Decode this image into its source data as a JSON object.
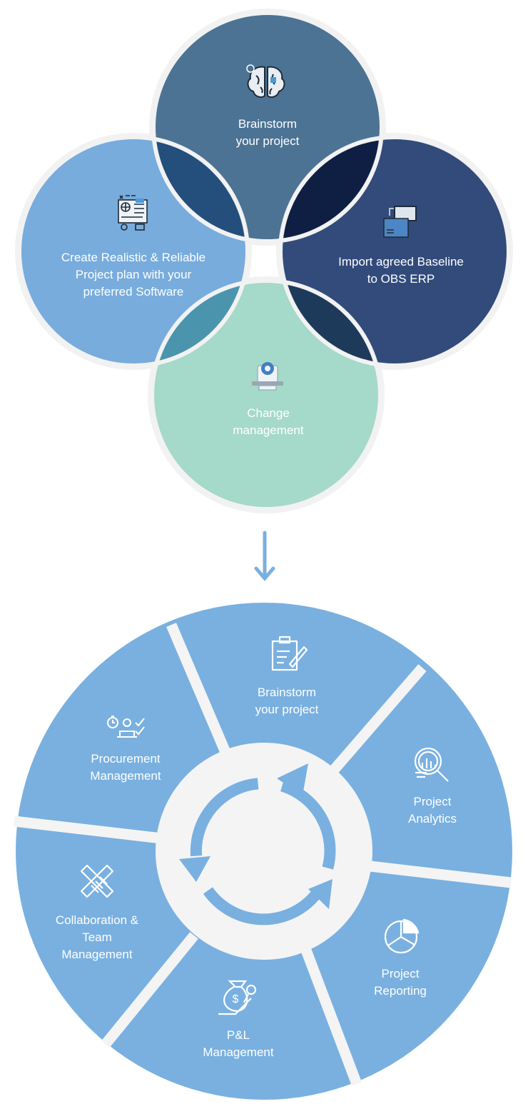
{
  "colors": {
    "top": "#4c7394",
    "left": "#77acdd",
    "right": "#324b7b",
    "bottom": "#a5d9c9",
    "overlap_top_left": "#244f7c",
    "overlap_top_right": "#0f1f44",
    "overlap_left_bottom": "#4b94ad",
    "overlap_right_bottom": "#1e3a5b",
    "cycle": "#79b0e0",
    "hub": "#f4f4f4",
    "arrow": "#79b0e0"
  },
  "venn": {
    "top": {
      "line1": "Brainstorm",
      "line2": "your project",
      "icon": "brain-gear-icon"
    },
    "left": {
      "line1": "Create Realistic & Reliable",
      "line2": "Project plan with your",
      "line3": "preferred Software",
      "icon": "planning-board-icon"
    },
    "right": {
      "line1": "Import agreed Baseline",
      "line2": "to OBS ERP",
      "icon": "import-folder-icon"
    },
    "bottom": {
      "line1": "Change",
      "line2": "management",
      "icon": "change-settings-icon"
    }
  },
  "cycle": {
    "segments": [
      {
        "line1": "Brainstorm",
        "line2": "your project",
        "icon": "clipboard-edit-icon"
      },
      {
        "line1": "Project",
        "line2": "Analytics",
        "icon": "analytics-magnifier-icon"
      },
      {
        "line1": "Project",
        "line2": "Reporting",
        "icon": "pie-chart-icon"
      },
      {
        "line1": "P&L",
        "line2": "Management",
        "icon": "money-bag-icon"
      },
      {
        "line1": "Collaboration &",
        "line2": "Team",
        "line3": "Management",
        "icon": "handshake-icon"
      },
      {
        "line1": "Procurement",
        "line2": "Management",
        "icon": "team-timer-icon"
      }
    ]
  }
}
